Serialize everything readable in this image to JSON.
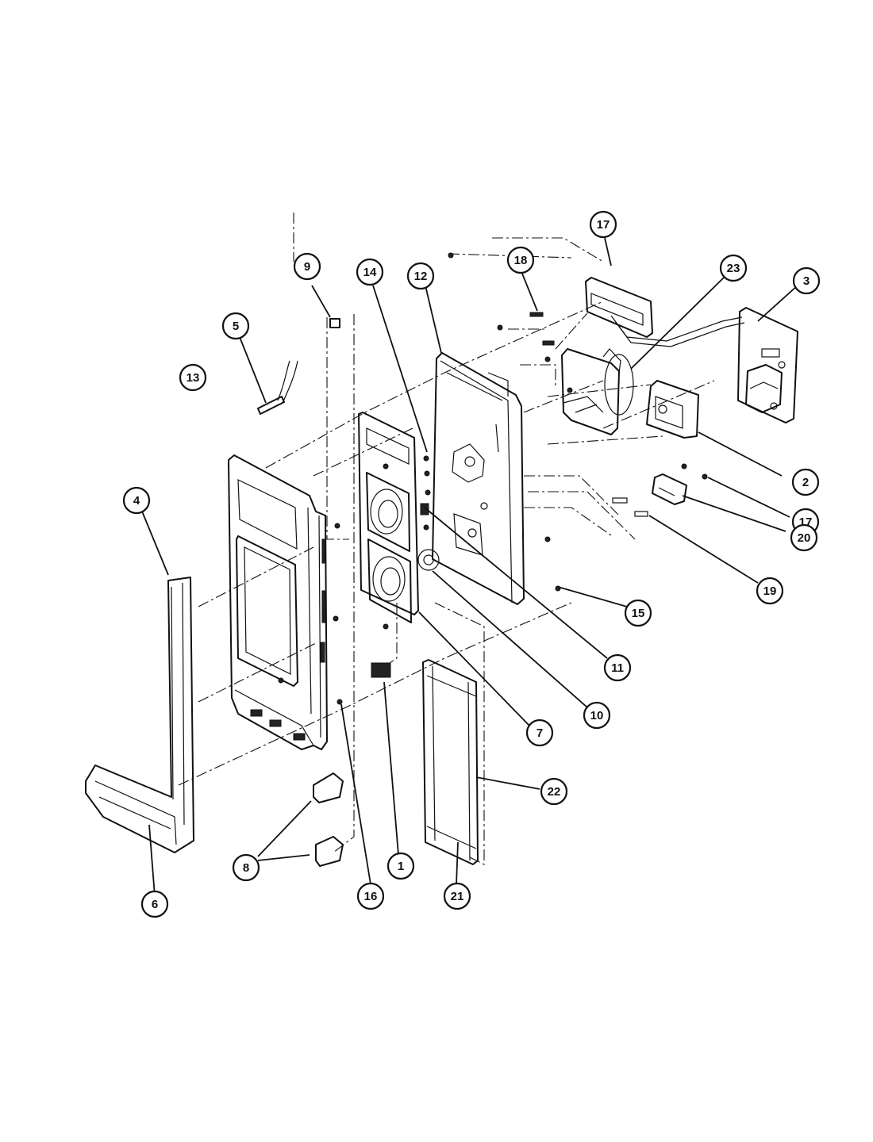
{
  "callouts": [
    {
      "id": "c1",
      "label": "1"
    },
    {
      "id": "c2",
      "label": "2"
    },
    {
      "id": "c3",
      "label": "3"
    },
    {
      "id": "c4",
      "label": "4"
    },
    {
      "id": "c5",
      "label": "5"
    },
    {
      "id": "c6",
      "label": "6"
    },
    {
      "id": "c7",
      "label": "7"
    },
    {
      "id": "c8",
      "label": "8"
    },
    {
      "id": "c9",
      "label": "9"
    },
    {
      "id": "c10",
      "label": "10"
    },
    {
      "id": "c11",
      "label": "11"
    },
    {
      "id": "c12",
      "label": "12"
    },
    {
      "id": "c13",
      "label": "13"
    },
    {
      "id": "c14",
      "label": "14"
    },
    {
      "id": "c15",
      "label": "15"
    },
    {
      "id": "c16",
      "label": "16"
    },
    {
      "id": "c17a",
      "label": "17"
    },
    {
      "id": "c17b",
      "label": "17"
    },
    {
      "id": "c18",
      "label": "18"
    },
    {
      "id": "c19",
      "label": "19"
    },
    {
      "id": "c20",
      "label": "20"
    },
    {
      "id": "c21",
      "label": "21"
    },
    {
      "id": "c22",
      "label": "22"
    },
    {
      "id": "c23",
      "label": "23"
    }
  ]
}
